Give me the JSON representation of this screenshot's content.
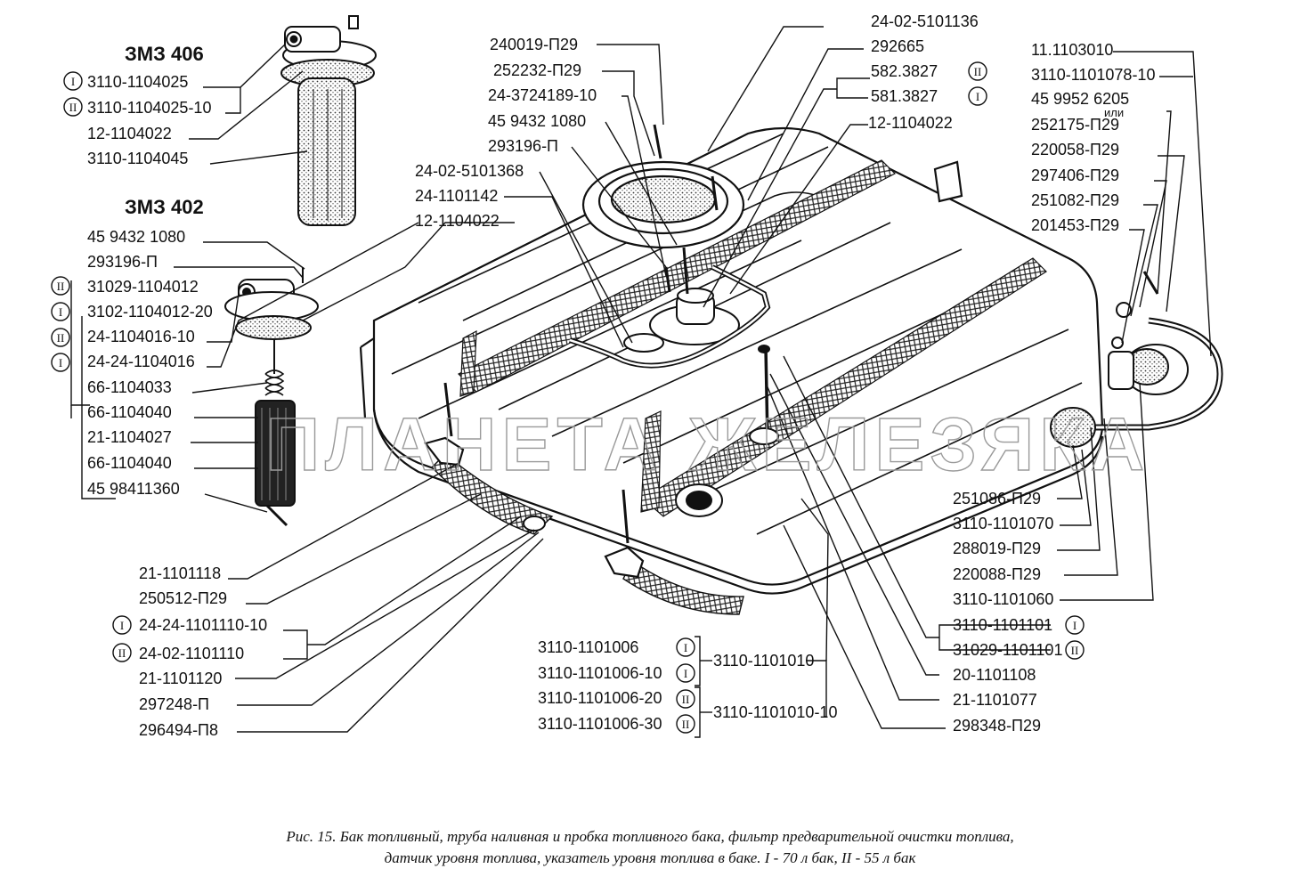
{
  "engines": {
    "zmz406": "ЗМЗ 406",
    "zmz402": "ЗМЗ 402"
  },
  "roman": {
    "one": "I",
    "two": "II"
  },
  "labels": {
    "l01": "3110-1104025",
    "l02": "3110-1104025-10",
    "l03": "12-1104022",
    "l04": "3110-1104045",
    "l05": "45 9432 1080",
    "l06": "293196-П",
    "l07": "31029-1104012",
    "l08": "3102-1104012-20",
    "l09": "24-1104016-10",
    "l10": "24-24-1104016",
    "l11": "66-1104033",
    "l12": "66-1104040",
    "l13": "21-1104027",
    "l14": "66-1104040",
    "l15": "45 98411360",
    "l16": "21-1101118",
    "l17": "250512-П29",
    "l18": "24-24-1101110-10",
    "l19": "24-02-1101110",
    "l20": "21-1101120",
    "l21": "297248-П",
    "l22": "296494-П8",
    "l23": "240019-П29",
    "l24": "252232-П29",
    "l25": "24-3724189-10",
    "l26": "45 9432 1080",
    "l27": "293196-П",
    "l28": "24-02-5101368",
    "l29": "24-1101142",
    "l30": "12-1104022",
    "l31": "24-02-5101136",
    "l32": "292665",
    "l33": "582.3827",
    "l34": "581.3827",
    "l35": "12-1104022",
    "l36": "11.1103010",
    "l37": "3110-1101078-10",
    "l38": "45 9952 6205",
    "l38b": "или",
    "l39": "252175-П29",
    "l40": "220058-П29",
    "l41": "297406-П29",
    "l42": "251082-П29",
    "l43": "201453-П29",
    "l44": "251086-П29",
    "l45": "3110-1101070",
    "l46": "288019-П29",
    "l47": "220088-П29",
    "l48": "3110-1101060",
    "l49": "3110-1101101",
    "l50": "31029-1101101",
    "l51": "20-1101108",
    "l52": "21-1101077",
    "l53": "298348-П29",
    "l54": "3110-1101006",
    "l55": "3110-1101006-10",
    "l56": "3110-1101006-20",
    "l57": "3110-1101006-30",
    "l58": "3110-1101010",
    "l59": "3110-1101010-10"
  },
  "watermark": "ПЛАНЕТА ЖЕЛЕЗЯКА",
  "caption": {
    "line1": "Рис. 15. Бак топливный, труба наливная и пробка топливного бака, фильтр предварительной очистки топлива,",
    "line2": "датчик уровня топлива, указатель уровня топлива в баке. I - 70 л бак, II - 55 л бак"
  }
}
